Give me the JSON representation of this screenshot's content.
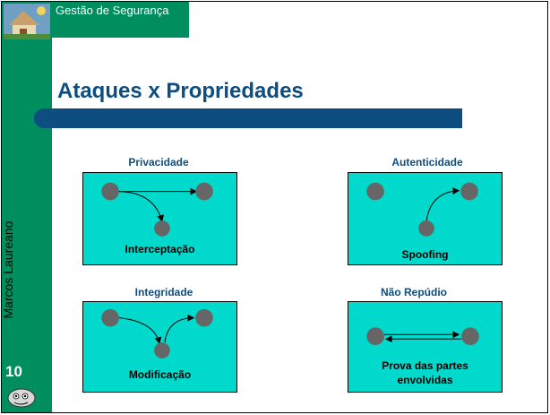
{
  "header": {
    "title": "Gestão de Segurança"
  },
  "author": "Marcos Laureano",
  "slide_number": "10",
  "slide_title": "Ataques x Propriedades",
  "diagrams": {
    "privacidade": {
      "label": "Privacidade",
      "caption": "Interceptação"
    },
    "autenticidade": {
      "label": "Autenticidade",
      "caption": "Spoofing"
    },
    "integridade": {
      "label": "Integridade",
      "caption": "Modificação"
    },
    "nao_repudio": {
      "label": "Não Repúdio",
      "caption_line1": "Prova das partes",
      "caption_line2": "envolvidas"
    }
  },
  "colors": {
    "green": "#008e5e",
    "navy": "#0d4d80",
    "cyan": "#00d9cc",
    "node": "#666666"
  },
  "icons": {
    "corner_top": "house-illustration-icon",
    "corner_bottom": "mascot-icon"
  }
}
